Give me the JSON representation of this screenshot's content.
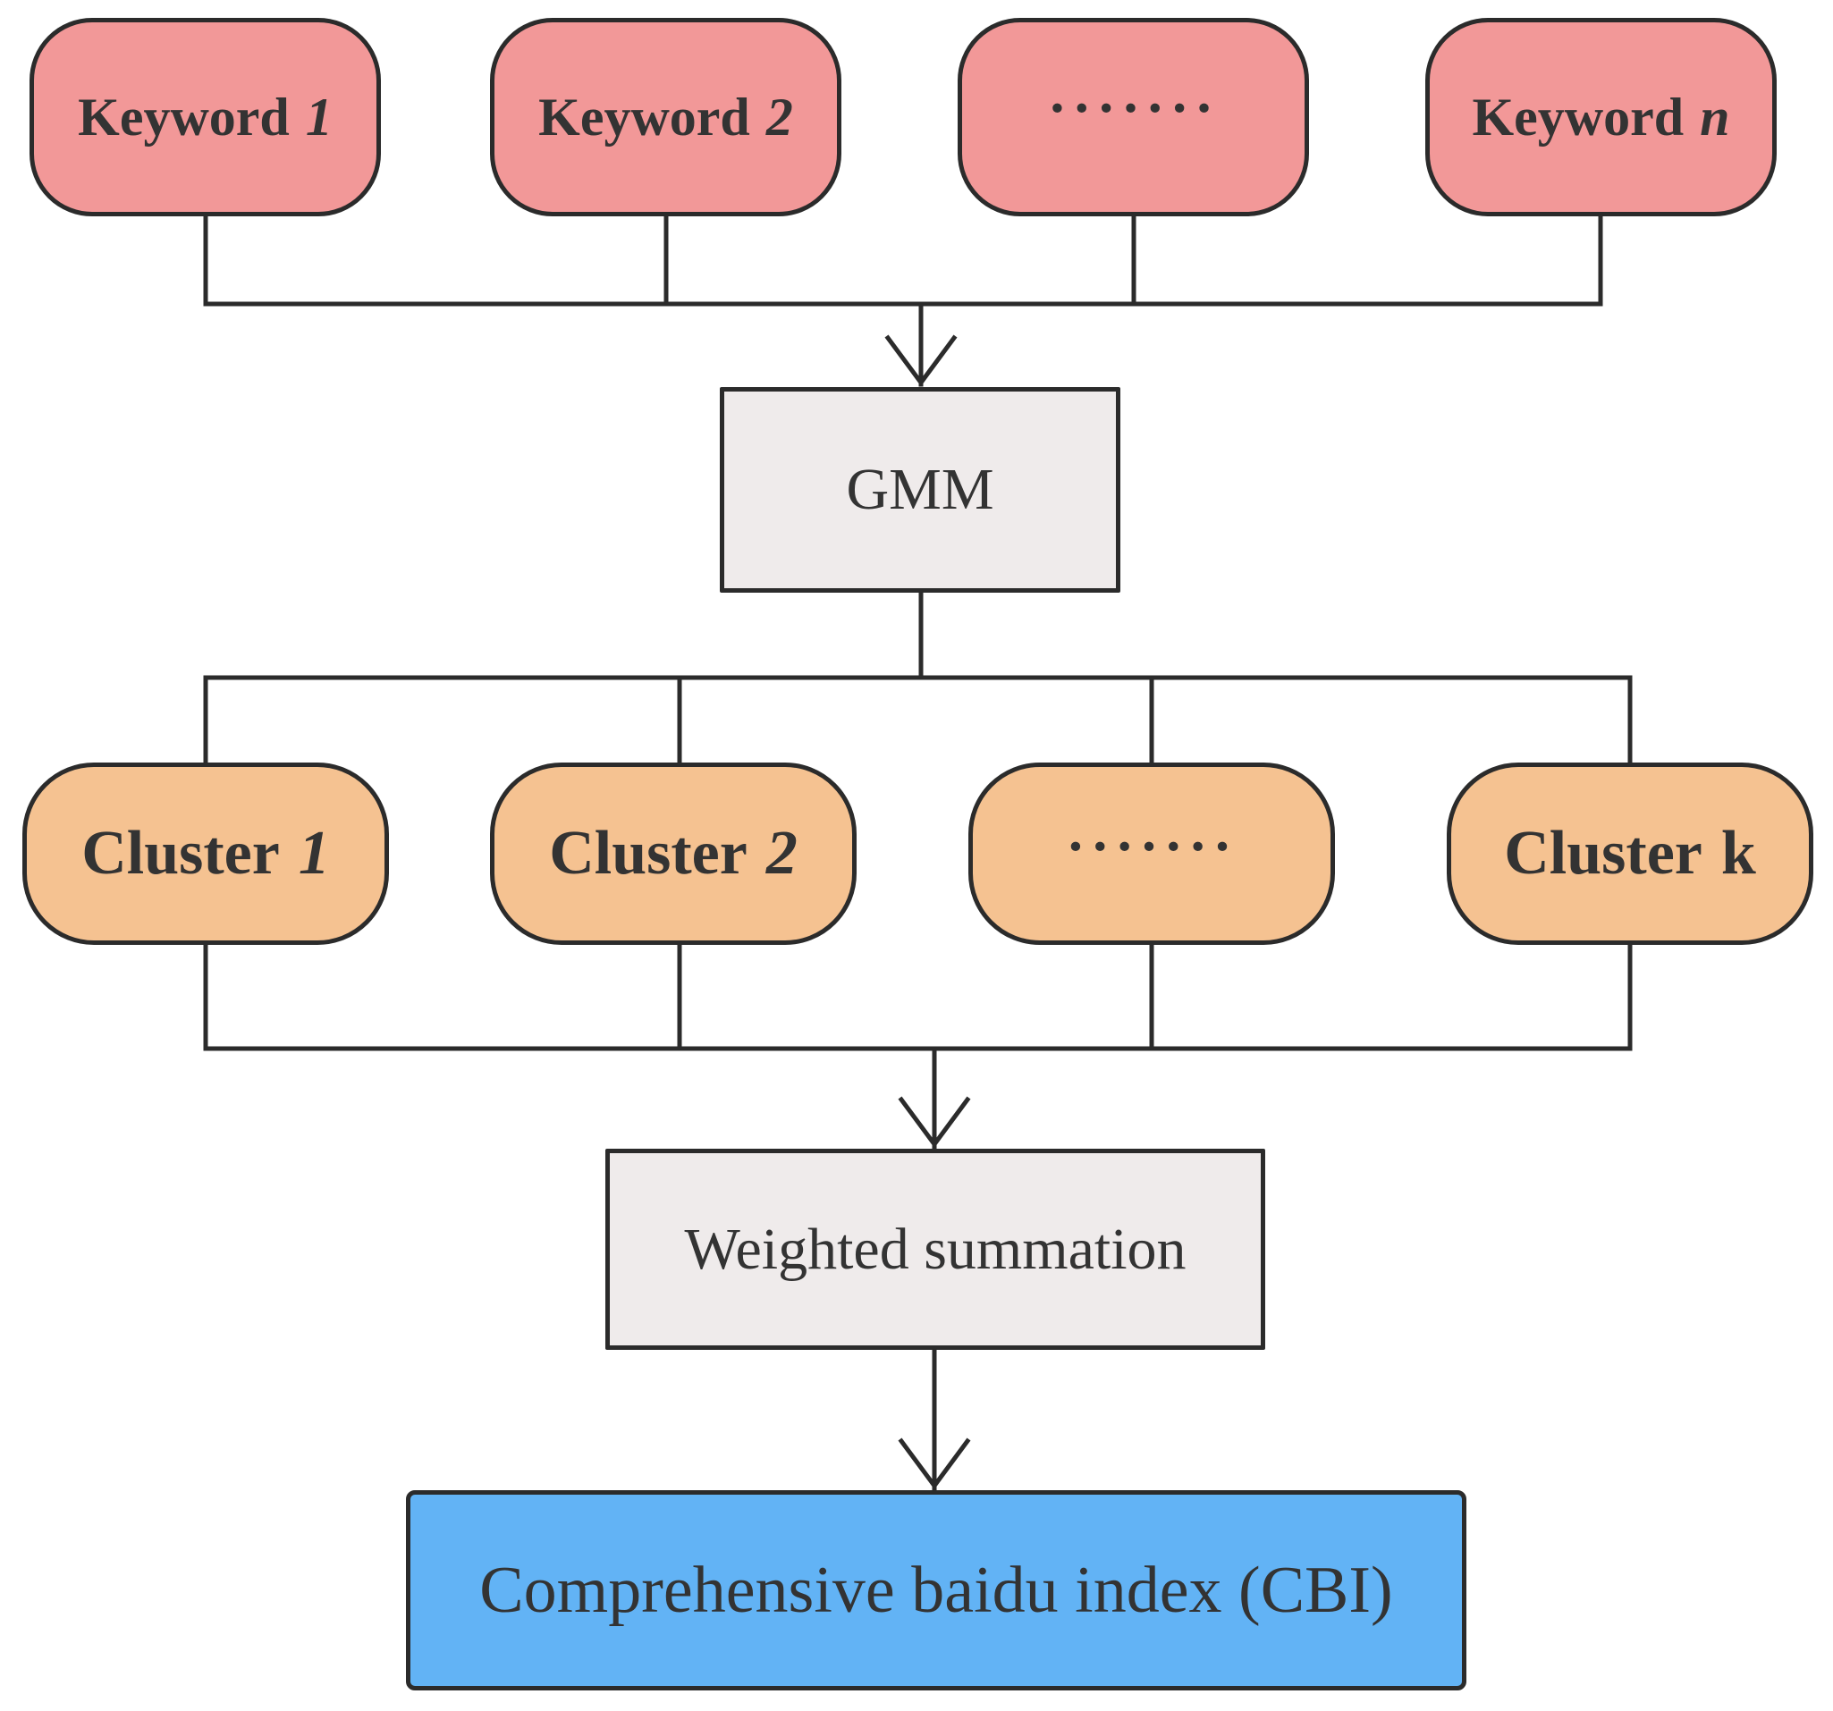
{
  "colors": {
    "keyword_fill": "#f29898",
    "cluster_fill": "#f5c291",
    "process_fill": "#efebeb",
    "output_fill": "#62b3f5",
    "stroke": "#2b2b2b"
  },
  "keywords": [
    {
      "word": "Keyword",
      "index": "1"
    },
    {
      "word": "Keyword",
      "index": "2"
    },
    {
      "word": "·······",
      "index": ""
    },
    {
      "word": "Keyword",
      "index": "n"
    }
  ],
  "gmm": "GMM",
  "clusters": [
    {
      "word": "Cluster",
      "index": "1"
    },
    {
      "word": "Cluster",
      "index": "2"
    },
    {
      "word": "·······",
      "index": ""
    },
    {
      "word": "Cluster",
      "index": "k"
    }
  ],
  "weighted": "Weighted summation",
  "output": "Comprehensive baidu index (CBI)"
}
